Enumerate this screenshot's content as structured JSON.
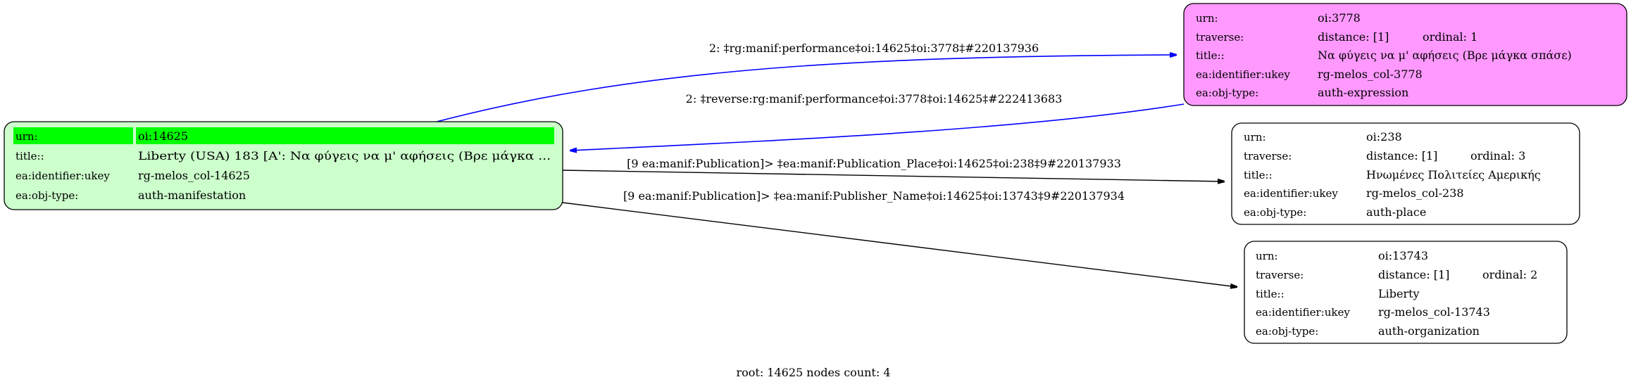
{
  "graph": {
    "footer": "root: 14625 nodes count: 4",
    "colors": {
      "root_fill": "#ccffcc",
      "root_highlight": "#00ff00",
      "expression_fill": "#ff99ff",
      "edge_blue": "#0000ff",
      "edge_black": "#000000"
    },
    "nodes": {
      "root": {
        "urn_label": "urn:",
        "urn": "oi:14625",
        "title_label": "title::",
        "title": "Liberty (USA) 183 [A': Να φύγεις να μ' αφήσεις (Βρε μάγκα ...",
        "ukey_label": "ea:identifier:ukey",
        "ukey": "rg-melos_col-14625",
        "type_label": "ea:obj-type:",
        "type": "auth-manifestation"
      },
      "expression": {
        "urn_label": "urn:",
        "urn": "oi:3778",
        "traverse_label": "traverse:",
        "distance": "distance: [1]",
        "ordinal": "ordinal: 1",
        "title_label": "title::",
        "title": "Να φύγεις να μ' αφήσεις (Βρε μάγκα σπάσε)",
        "ukey_label": "ea:identifier:ukey",
        "ukey": "rg-melos_col-3778",
        "type_label": "ea:obj-type:",
        "type": "auth-expression"
      },
      "place": {
        "urn_label": "urn:",
        "urn": "oi:238",
        "traverse_label": "traverse:",
        "distance": "distance: [1]",
        "ordinal": "ordinal: 3",
        "title_label": "title::",
        "title": "Ηνωμένες Πολιτείες Αμερικής",
        "ukey_label": "ea:identifier:ukey",
        "ukey": "rg-melos_col-238",
        "type_label": "ea:obj-type:",
        "type": "auth-place"
      },
      "organization": {
        "urn_label": "urn:",
        "urn": "oi:13743",
        "traverse_label": "traverse:",
        "distance": "distance: [1]",
        "ordinal": "ordinal: 2",
        "title_label": "title::",
        "title": "Liberty",
        "ukey_label": "ea:identifier:ukey",
        "ukey": "rg-melos_col-13743",
        "type_label": "ea:obj-type:",
        "type": "auth-organization"
      }
    },
    "edges": [
      {
        "label": "2: ‡rg:manif:performance‡oi:14625‡oi:3778‡#220137936"
      },
      {
        "label": "2: ‡reverse:rg:manif:performance‡oi:3778‡oi:14625‡#222413683"
      },
      {
        "label": "[9 ea:manif:Publication]> ‡ea:manif:Publication_Place‡oi:14625‡oi:238‡9#220137933"
      },
      {
        "label": "[9 ea:manif:Publication]> ‡ea:manif:Publisher_Name‡oi:14625‡oi:13743‡9#220137934"
      }
    ]
  }
}
